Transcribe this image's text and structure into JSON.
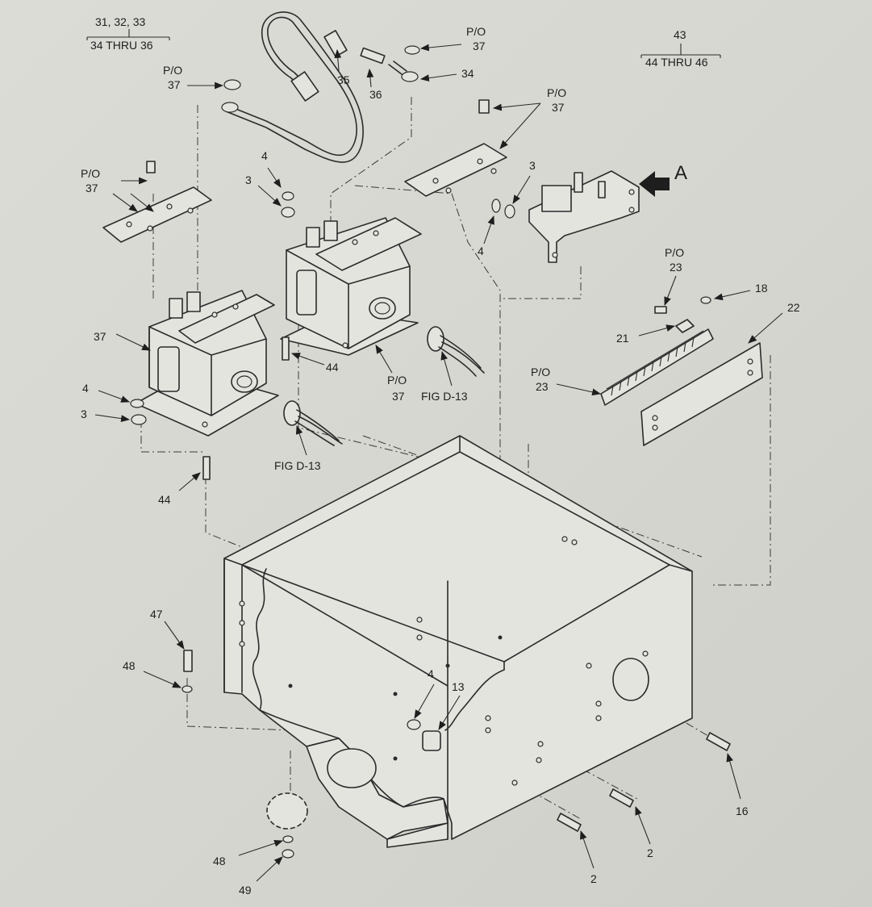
{
  "labels": {
    "ref_left_top": "31, 32, 33",
    "ref_left_bottom": "34 THRU 36",
    "ref_right_top": "43",
    "ref_right_bottom": "44 THRU 46",
    "po": "P/O",
    "n37": "37",
    "n35": "35",
    "n36": "36",
    "n34": "34",
    "n4": "4",
    "n3": "3",
    "n44": "44",
    "n23": "23",
    "n18": "18",
    "n21": "21",
    "n22": "22",
    "fig": "FIG  D-13",
    "view_a": "A",
    "n47": "47",
    "n48": "48",
    "n49": "49",
    "n13": "13",
    "n16": "16",
    "n2": "2"
  }
}
